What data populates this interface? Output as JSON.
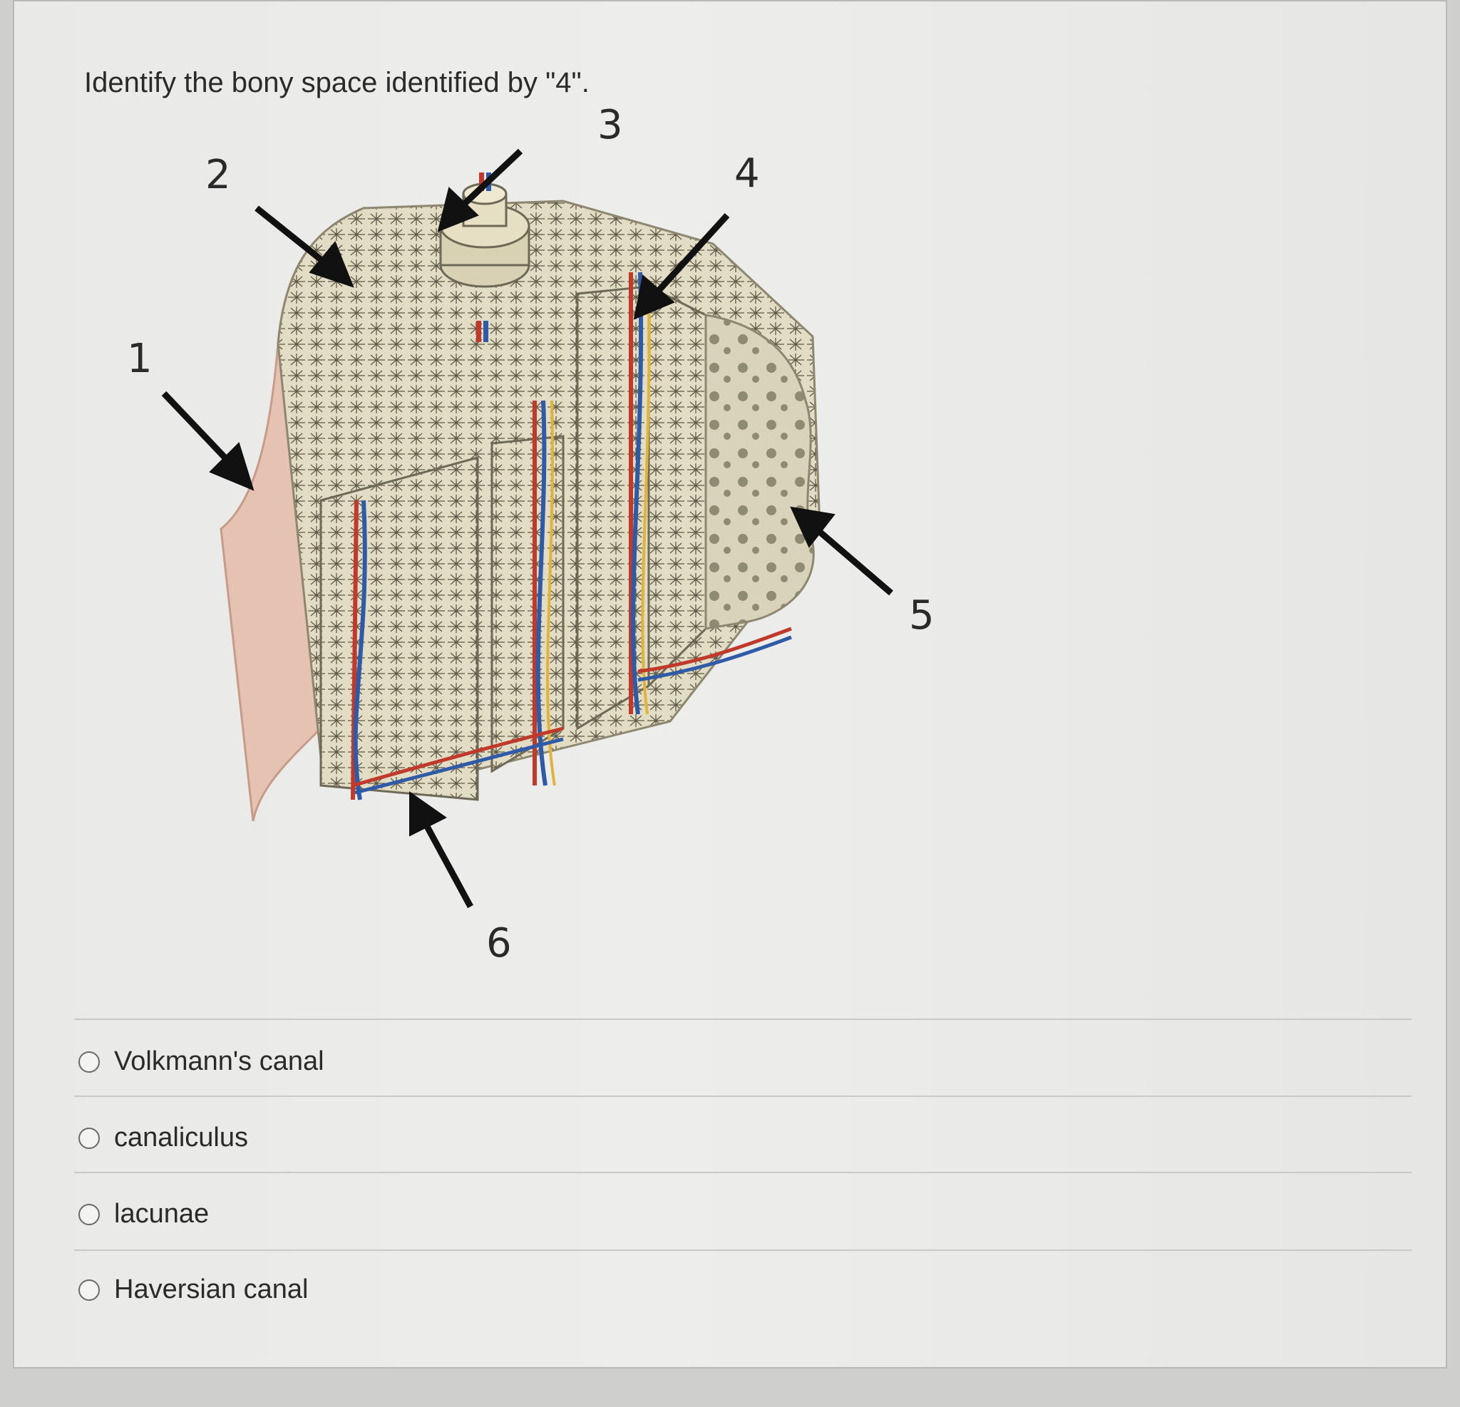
{
  "question": {
    "text": "Identify the bony space identified by \"4\"."
  },
  "figure": {
    "labels": [
      "1",
      "2",
      "3",
      "4",
      "5",
      "6"
    ]
  },
  "options": [
    {
      "label": "Volkmann's canal",
      "selected": false
    },
    {
      "label": "canaliculus",
      "selected": false
    },
    {
      "label": "lacunae",
      "selected": false
    },
    {
      "label": "Haversian canal",
      "selected": false
    }
  ]
}
